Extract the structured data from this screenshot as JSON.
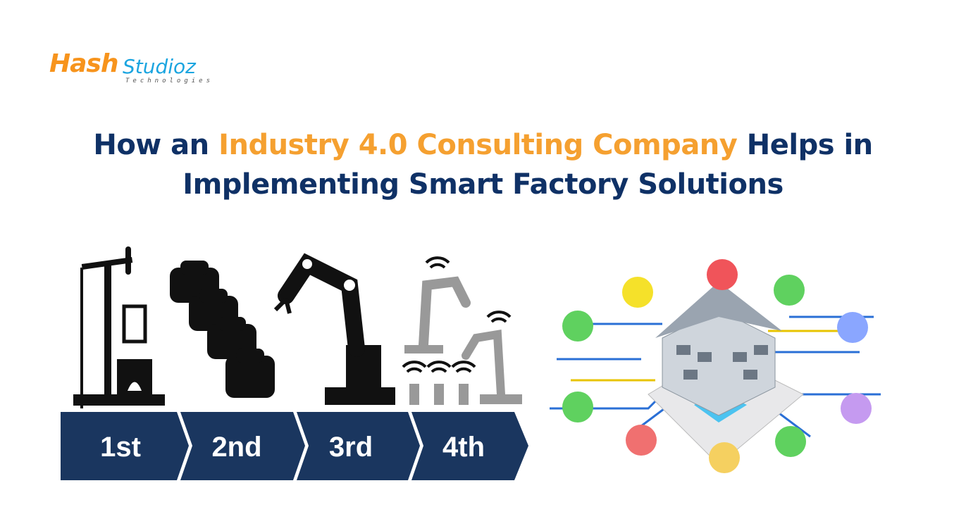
{
  "logo": {
    "brand_part1": "Hash",
    "brand_part2": "Studioz",
    "tagline": "Technologies"
  },
  "title": {
    "line1_prefix": "How an ",
    "line1_highlight": "Industry 4.0 Consulting Company",
    "line1_suffix": " Helps in",
    "line2": "Implementing Smart Factory Solutions"
  },
  "revolutions": [
    {
      "label": "1st",
      "icon": "steam-engine-icon"
    },
    {
      "label": "2nd",
      "icon": "car-assembly-icon"
    },
    {
      "label": "3rd",
      "icon": "robot-arm-icon"
    },
    {
      "label": "4th",
      "icon": "connected-robot-icon"
    }
  ],
  "colors": {
    "navy": "#0f3166",
    "orange": "#f5a030",
    "band": "#1a365f"
  }
}
